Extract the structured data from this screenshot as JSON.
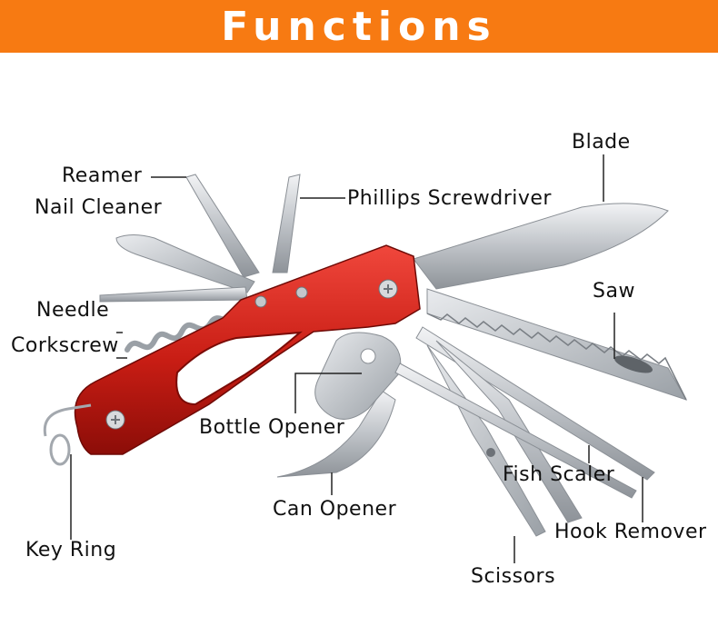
{
  "header": {
    "title": "Functions"
  },
  "colors": {
    "banner": "#f77a12",
    "handle": "#d8261c",
    "steel": "#c9ccd0"
  },
  "labels": {
    "blade": "Blade",
    "reamer": "Reamer",
    "nail_cleaner": "Nail Cleaner",
    "phillips_screwdriver": "Phillips Screwdriver",
    "saw": "Saw",
    "needle": "Needle",
    "corkscrew": "Corkscrew",
    "bottle_opener": "Bottle Opener",
    "fish_scaler": "Fish Scaler",
    "can_opener": "Can Opener",
    "hook_remover": "Hook Remover",
    "key_ring": "Key Ring",
    "scissors": "Scissors"
  }
}
